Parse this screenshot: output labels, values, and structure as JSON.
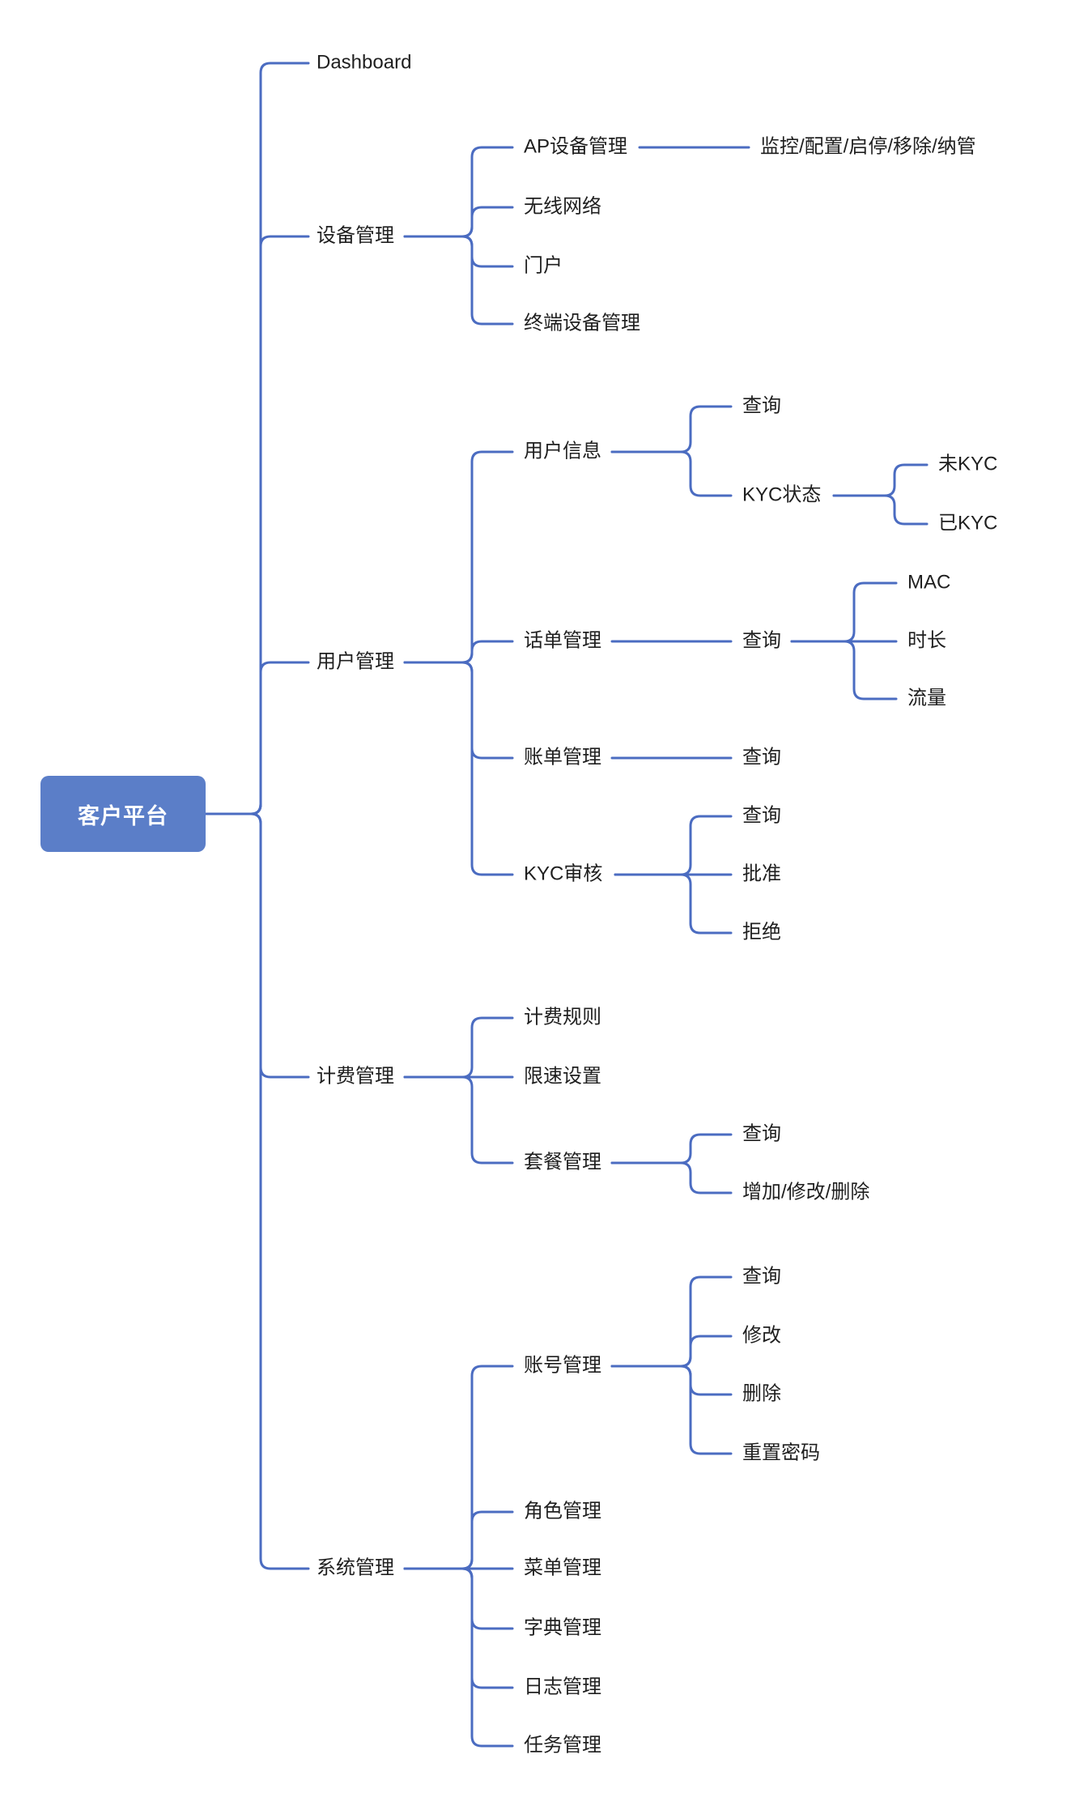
{
  "mindmap": {
    "root": {
      "label": "客户平台"
    },
    "branches": [
      {
        "label": "Dashboard",
        "children": []
      },
      {
        "label": "设备管理",
        "children": [
          {
            "label": "AP设备管理",
            "children": [
              {
                "label": "监控/配置/启停/移除/纳管"
              }
            ]
          },
          {
            "label": "无线网络"
          },
          {
            "label": "门户"
          },
          {
            "label": "终端设备管理"
          }
        ]
      },
      {
        "label": "用户管理",
        "children": [
          {
            "label": "用户信息",
            "children": [
              {
                "label": "查询"
              },
              {
                "label": "KYC状态",
                "children": [
                  {
                    "label": "未KYC"
                  },
                  {
                    "label": "已KYC"
                  }
                ]
              }
            ]
          },
          {
            "label": "话单管理",
            "children": [
              {
                "label": "查询",
                "children": [
                  {
                    "label": "MAC"
                  },
                  {
                    "label": "时长"
                  },
                  {
                    "label": "流量"
                  }
                ]
              }
            ]
          },
          {
            "label": "账单管理",
            "children": [
              {
                "label": "查询"
              }
            ]
          },
          {
            "label": "KYC审核",
            "children": [
              {
                "label": "查询"
              },
              {
                "label": "批准"
              },
              {
                "label": "拒绝"
              }
            ]
          }
        ]
      },
      {
        "label": "计费管理",
        "children": [
          {
            "label": "计费规则"
          },
          {
            "label": "限速设置"
          },
          {
            "label": "套餐管理",
            "children": [
              {
                "label": "查询"
              },
              {
                "label": "增加/修改/删除"
              }
            ]
          }
        ]
      },
      {
        "label": "系统管理",
        "children": [
          {
            "label": "账号管理",
            "children": [
              {
                "label": "查询"
              },
              {
                "label": "修改"
              },
              {
                "label": "删除"
              },
              {
                "label": "重置密码"
              }
            ]
          },
          {
            "label": "角色管理"
          },
          {
            "label": "菜单管理"
          },
          {
            "label": "字典管理"
          },
          {
            "label": "日志管理"
          },
          {
            "label": "任务管理"
          }
        ]
      }
    ],
    "colors": {
      "line": "#4b6cc1",
      "root_fill": "#5b7ec8",
      "root_text": "#ffffff",
      "text": "#1f1f1f"
    }
  }
}
